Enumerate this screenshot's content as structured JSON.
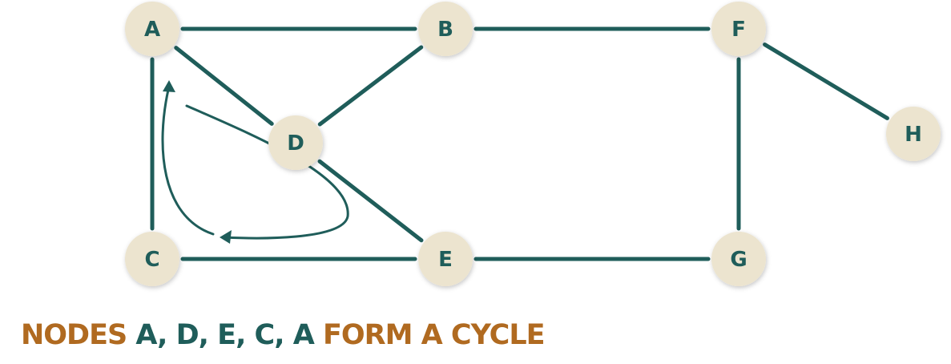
{
  "colors": {
    "edge": "#1f5d5a",
    "node_fill": "#ece4cf",
    "node_text": "#1f5d5a",
    "caption_accent": "#b06a20",
    "caption_highlight": "#1f5d5a"
  },
  "nodes": [
    {
      "id": "A",
      "label": "A"
    },
    {
      "id": "B",
      "label": "B"
    },
    {
      "id": "F",
      "label": "F"
    },
    {
      "id": "D",
      "label": "D"
    },
    {
      "id": "H",
      "label": "H"
    },
    {
      "id": "C",
      "label": "C"
    },
    {
      "id": "E",
      "label": "E"
    },
    {
      "id": "G",
      "label": "G"
    }
  ],
  "edges": [
    [
      "A",
      "B"
    ],
    [
      "B",
      "F"
    ],
    [
      "F",
      "H"
    ],
    [
      "A",
      "C"
    ],
    [
      "A",
      "D"
    ],
    [
      "B",
      "D"
    ],
    [
      "D",
      "E"
    ],
    [
      "C",
      "E"
    ],
    [
      "E",
      "G"
    ],
    [
      "F",
      "G"
    ]
  ],
  "cycle": [
    "A",
    "D",
    "E",
    "C",
    "A"
  ],
  "caption": {
    "part1": "NODES ",
    "part2": "A, D, E, C, A",
    "part3": " FORM A CYCLE"
  }
}
